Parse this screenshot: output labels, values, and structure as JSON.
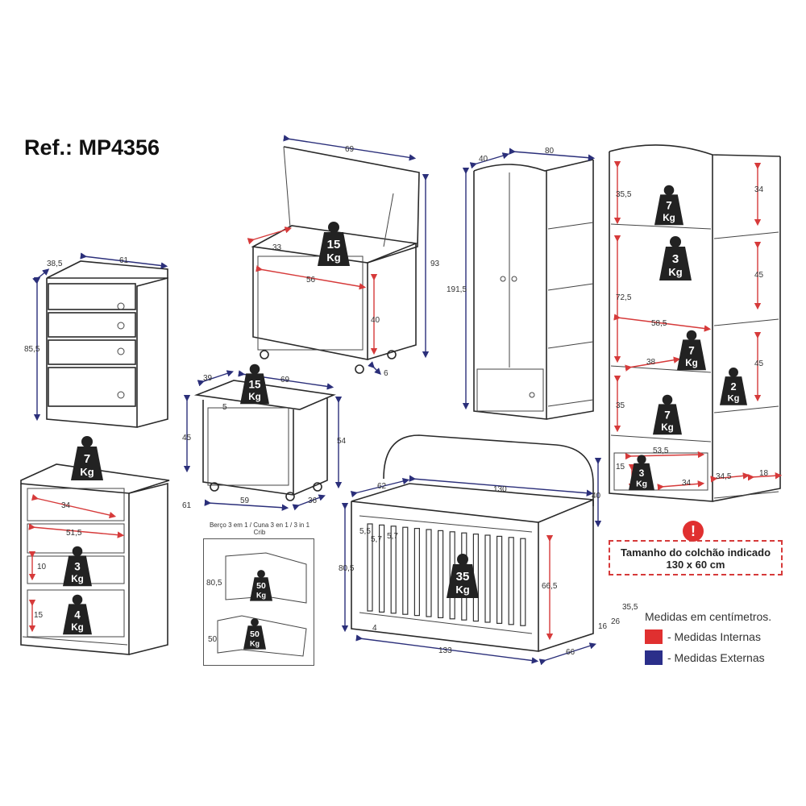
{
  "ref_label": "Ref.: MP4356",
  "dims": {
    "dresser_depth": "38,5",
    "dresser_width": "61",
    "dresser_height": "85,5",
    "dresser_inner_34": "34",
    "dresser_inner_515": "51,5",
    "dresser_inner_10": "10",
    "dresser_inner_15": "15",
    "chest_width": "69",
    "chest_lid_33": "33",
    "chest_inner_56": "56",
    "chest_inner_40": "40",
    "chest_height": "93",
    "chest_wheel": "6",
    "chest2_depth": "39",
    "chest2_width": "69",
    "chest2_5": "5",
    "chest2_45": "45",
    "chest2_54": "54",
    "chest2_59": "59",
    "chest2_36": "36",
    "chest2_61": "61",
    "wardrobe_depth": "40",
    "wardrobe_width": "80",
    "wardrobe_height": "191,5",
    "shelf_355": "35,5",
    "shelf_34": "34",
    "shelf_725": "72,5",
    "shelf_45a": "45",
    "shelf_585": "58,5",
    "shelf_38": "38",
    "shelf_45b": "45",
    "shelf_35": "35",
    "shelf_535": "53,5",
    "shelf_15": "15",
    "shelf_34b": "34",
    "shelf_345": "34,5",
    "shelf_18": "18",
    "crib_62": "62",
    "crib_130": "130",
    "crib_40": "40",
    "crib_55": "5,5",
    "crib_57a": "5,7",
    "crib_57b": "5,7",
    "crib_805": "80,5",
    "crib_665": "66,5",
    "crib_355": "35,5",
    "crib_26": "26",
    "crib_16": "16",
    "crib_4": "4",
    "crib_133": "133",
    "crib_66": "66",
    "inset_805": "80,5",
    "inset_50": "50"
  },
  "weights": {
    "dresser_top": {
      "n": "7",
      "u": "Kg"
    },
    "dresser_d2": {
      "n": "3",
      "u": "Kg"
    },
    "dresser_d3": {
      "n": "4",
      "u": "Kg"
    },
    "chest_lid": {
      "n": "15",
      "u": "Kg"
    },
    "chest2_top": {
      "n": "15",
      "u": "Kg"
    },
    "shelf_top": {
      "n": "7",
      "u": "Kg"
    },
    "shelf_rod": {
      "n": "3",
      "u": "Kg"
    },
    "shelf_mid": {
      "n": "7",
      "u": "Kg"
    },
    "shelf_side": {
      "n": "2",
      "u": "Kg"
    },
    "shelf_low": {
      "n": "7",
      "u": "Kg"
    },
    "shelf_drawer": {
      "n": "3",
      "u": "Kg"
    },
    "crib_bed": {
      "n": "35",
      "u": "Kg"
    },
    "inset_a": {
      "n": "50",
      "u": "Kg"
    },
    "inset_b": {
      "n": "50",
      "u": "Kg"
    }
  },
  "inset_title": "Berço 3 em 1 / Cuna 3 en 1 / 3 in 1 Crib",
  "mattress": {
    "title": "Tamanho do colchão indicado",
    "size": "130 x 60 cm",
    "icon": "!"
  },
  "legend": {
    "heading": "Medidas em centímetros.",
    "internal": "- Medidas Internas",
    "external": "- Medidas Externas",
    "internal_color": "#e03030",
    "external_color": "#2b2f8a"
  }
}
